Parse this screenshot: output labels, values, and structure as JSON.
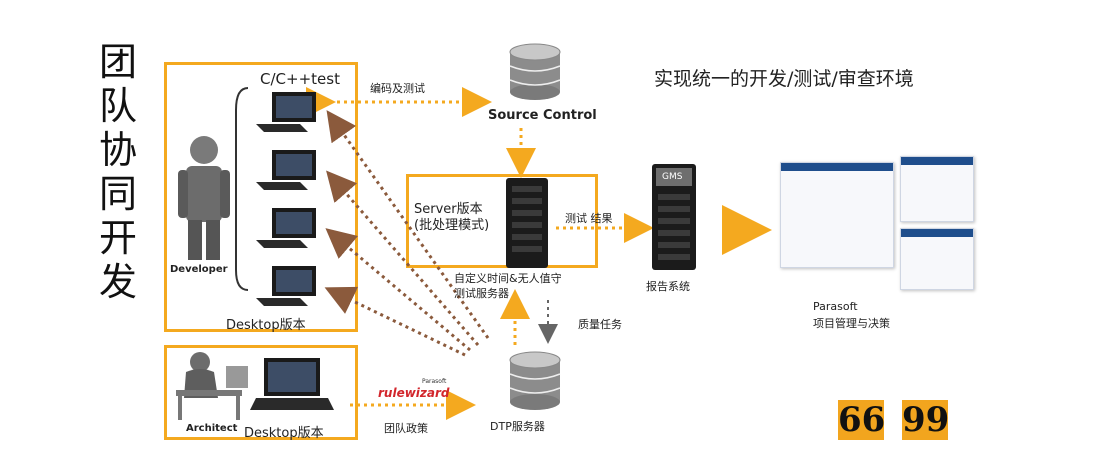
{
  "title_chars": [
    "团",
    "队",
    "协",
    "同",
    "开",
    "发"
  ],
  "heading": "实现统一的开发/测试/审查环境",
  "labels": {
    "cpptest": "C/C++test",
    "developer": "Developer",
    "desktop_top": "Desktop版本",
    "coding_testing": "编码及测试",
    "source_control": "Source Control",
    "server_line1": "Server版本",
    "server_line2": "(批处理模式)",
    "test_results": "测试 结果",
    "server_caption_line1": "自定义时间&无人值守",
    "server_caption_line2": "测试服务器",
    "report_system": "报告系统",
    "gms_badge": "GMS",
    "parasoft_line1": "Parasoft",
    "parasoft_line2": "项目管理与决策",
    "quality_tasks": "质量任务",
    "architect": "Architect",
    "desktop_bottom": "Desktop版本",
    "rulewizard_brand": "Parasoft",
    "rulewizard": "rulewizard",
    "team_policy": "团队政策",
    "dtp_server": "DTP服务器",
    "logo_left": "66",
    "logo_right": "99"
  },
  "colors": {
    "accent_orange": "#f4a91f",
    "arrow_brown": "#8b5a3c",
    "report_blue": "#1f4e8c",
    "rulewizard_red": "#d2262c"
  }
}
